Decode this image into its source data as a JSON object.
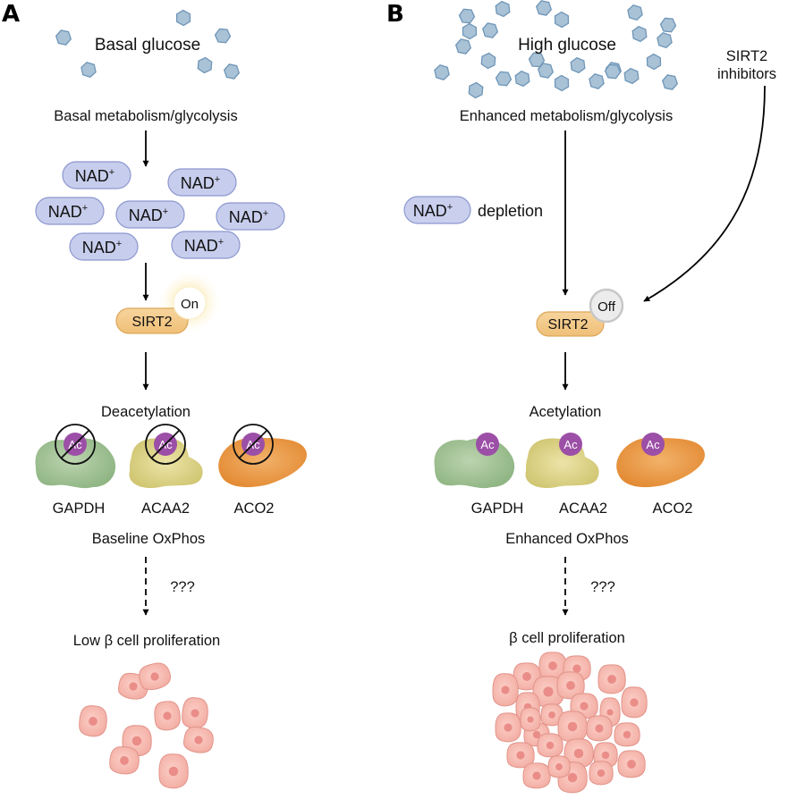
{
  "colors": {
    "glucose_fill": "#a9c2d6",
    "glucose_stroke": "#6f96b8",
    "nad_fill": "#c7cdec",
    "nad_stroke": "#8d98cf",
    "sirt2_fill": "#f2c98a",
    "sirt2_stroke": "#dda65a",
    "on_glow": "#fbe9a6",
    "off_stroke": "#bdbdbd",
    "ac_fill": "#9c4fa6",
    "gapdh_fill": "#a9c79c",
    "acaa2_fill": "#e0d88e",
    "aco2_fill": "#eb9d4b",
    "cell_fill": "#f6b7ae",
    "cell_stroke": "#e2948a",
    "nucleus_fill": "#ea8d88"
  },
  "panel_a": {
    "label": "A",
    "glucose_label": "Basal glucose",
    "metabolism_label": "Basal metabolism/glycolysis",
    "nad_label": "NAD",
    "nad_superscript": "+",
    "nad_count": 7,
    "sirt2_label": "SIRT2",
    "sirt2_state": "On",
    "process_label": "Deacetylation",
    "proteins": [
      {
        "name": "GAPDH",
        "acetyl_label": "Ac",
        "acetylated": false
      },
      {
        "name": "ACAA2",
        "acetyl_label": "Ac",
        "acetylated": false
      },
      {
        "name": "ACO2",
        "acetyl_label": "Ac",
        "acetylated": false
      }
    ],
    "oxphos_label": "Baseline OxPhos",
    "unknown_label": "???",
    "outcome_label": "Low β cell proliferation"
  },
  "panel_b": {
    "label": "B",
    "glucose_label": "High glucose",
    "metabolism_label": "Enhanced metabolism/glycolysis",
    "nad_label": "NAD",
    "nad_superscript": "+",
    "nad_depletion_label": "depletion",
    "inhibitor_label_line1": "SIRT2",
    "inhibitor_label_line2": "inhibitors",
    "sirt2_label": "SIRT2",
    "sirt2_state": "Off",
    "process_label": "Acetylation",
    "proteins": [
      {
        "name": "GAPDH",
        "acetyl_label": "Ac",
        "acetylated": true
      },
      {
        "name": "ACAA2",
        "acetyl_label": "Ac",
        "acetylated": true
      },
      {
        "name": "ACO2",
        "acetyl_label": "Ac",
        "acetylated": true
      }
    ],
    "oxphos_label": "Enhanced OxPhos",
    "unknown_label": "???",
    "outcome_label": "β cell proliferation"
  }
}
